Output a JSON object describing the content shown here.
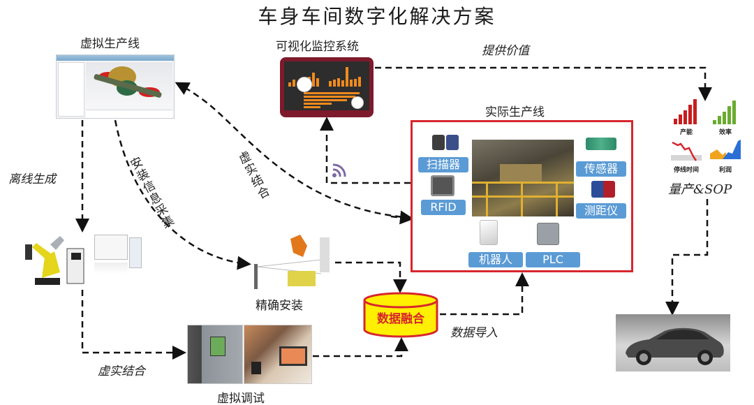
{
  "title": "车身车间数字化解决方案",
  "nodes": {
    "virtual_line": "虚拟生产线",
    "monitoring": "可视化监控系统",
    "provide_value": "提供价值",
    "real_line": "实际生产线",
    "offline_gen": "离线生成",
    "install_info": "安装信息采集",
    "virtual_real_arc": "虚实结合",
    "precise_install": "精确安装",
    "data_fusion": "数据融合",
    "data_import": "数据导入",
    "virtual_real_bottom": "虚实结合",
    "virtual_debug": "虚拟调试",
    "mass_production": "量产&SOP"
  },
  "real_line_items": {
    "scanner": "扫描器",
    "rfid": "RFID",
    "sensor": "传感器",
    "rangefinder": "测距仪",
    "robot": "机器人",
    "plc": "PLC"
  },
  "metrics": [
    {
      "label": "产能",
      "trend": "up",
      "color": "#d7262e"
    },
    {
      "label": "效率",
      "trend": "up",
      "color": "#6aab2e"
    },
    {
      "label": "停线时间",
      "trend": "down",
      "color": "#d7262e"
    },
    {
      "label": "利润",
      "trend": "up",
      "color": "#2b6fd6"
    }
  ],
  "colors": {
    "highlight_border": "#d7262e",
    "chip_blue": "#5b9bd5",
    "db_fill": "#ffef00",
    "db_text": "#d7262e",
    "monitor_frame": "#7d1a2c",
    "wifi": "#7b69a6"
  }
}
